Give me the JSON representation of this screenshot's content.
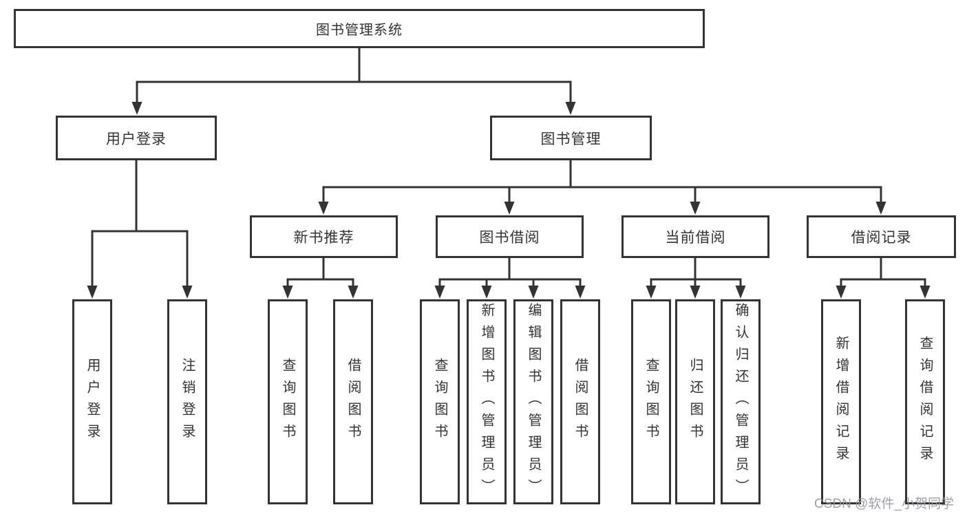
{
  "diagram_title": "图书管理系统",
  "tree": {
    "label": "图书管理系统",
    "children": [
      {
        "label": "用户登录",
        "children": [
          {
            "label": "用户登录"
          },
          {
            "label": "注销登录"
          }
        ]
      },
      {
        "label": "图书管理",
        "children": [
          {
            "label": "新书推荐",
            "children": [
              {
                "label": "查询图书"
              },
              {
                "label": "借阅图书"
              }
            ]
          },
          {
            "label": "图书借阅",
            "children": [
              {
                "label": "查询图书"
              },
              {
                "label": "新增图书（管理员）"
              },
              {
                "label": "编辑图书（管理员）"
              },
              {
                "label": "借阅图书"
              }
            ]
          },
          {
            "label": "当前借阅",
            "children": [
              {
                "label": "查询图书"
              },
              {
                "label": "归还图书"
              },
              {
                "label": "确认归还（管理员）"
              }
            ]
          },
          {
            "label": "借阅记录",
            "children": [
              {
                "label": "新增借阅记录"
              },
              {
                "label": "查询借阅记录"
              }
            ]
          }
        ]
      }
    ]
  },
  "watermark": {
    "text": "CSDN @软件_小贺同学"
  },
  "colors": {
    "line": "#333333",
    "background": "#ffffff",
    "watermark": "#94969c"
  }
}
